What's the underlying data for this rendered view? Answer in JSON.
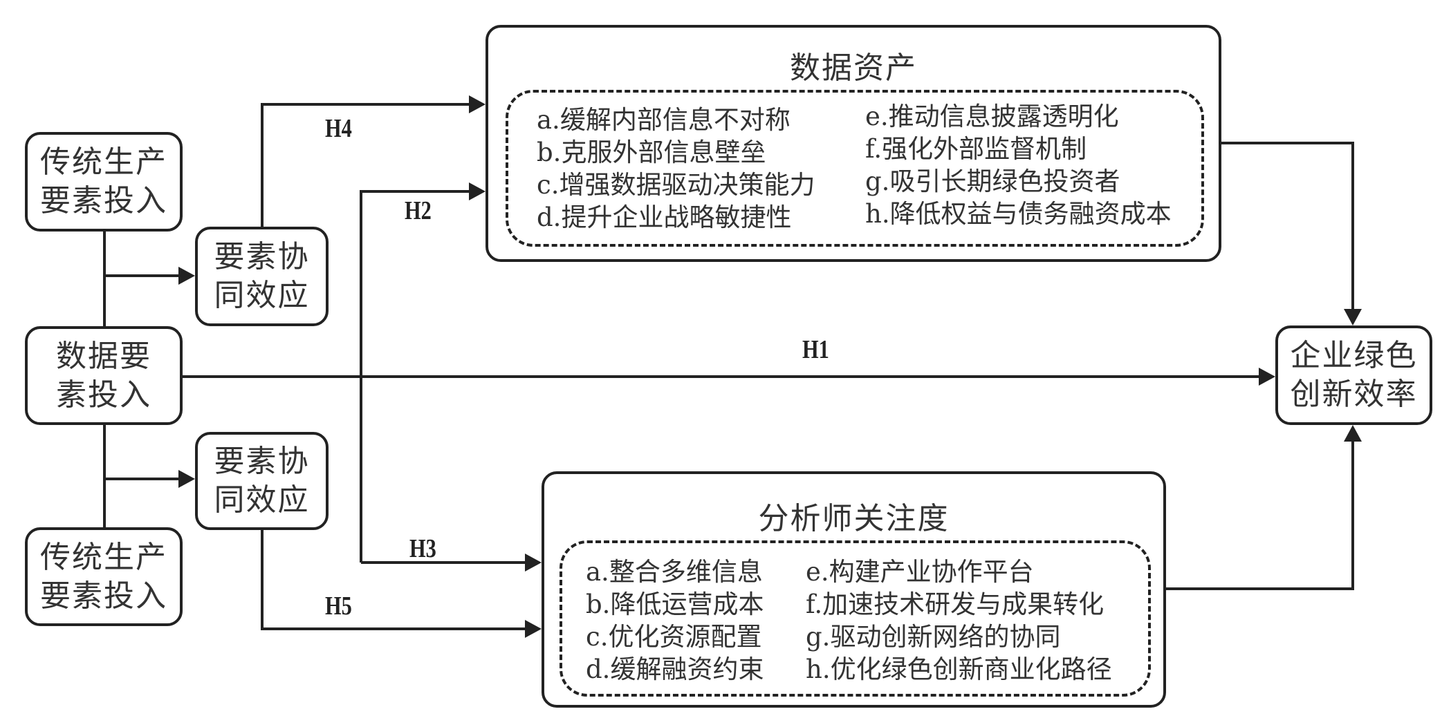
{
  "nodes": {
    "traditional_top": "传统生产\n要素投入",
    "synergy_top": "要素协\n同效应",
    "data_input": "数据要\n素投入",
    "synergy_bottom": "要素协\n同效应",
    "traditional_bottom": "传统生产\n要素投入",
    "outcome": "企业绿色\n创新效率"
  },
  "data_asset": {
    "title": "数据资产",
    "left_items": [
      "a.缓解内部信息不对称",
      "b.克服外部信息壁垒",
      "c.增强数据驱动决策能力",
      "d.提升企业战略敏捷性"
    ],
    "right_items": [
      "e.推动信息披露透明化",
      "f.强化外部监督机制",
      "g.吸引长期绿色投资者",
      "h.降低权益与债务融资成本"
    ]
  },
  "analyst_attention": {
    "title": "分析师关注度",
    "left_items": [
      "a.整合多维信息",
      "b.降低运营成本",
      "c.优化资源配置",
      "d.缓解融资约束"
    ],
    "right_items": [
      "e.构建产业协作平台",
      "f.加速技术研发与成果转化",
      "g.驱动创新网络的协同",
      "h.优化绿色创新商业化路径"
    ]
  },
  "hypotheses": {
    "h1": "H1",
    "h2": "H2",
    "h3": "H3",
    "h4": "H4",
    "h5": "H5"
  }
}
